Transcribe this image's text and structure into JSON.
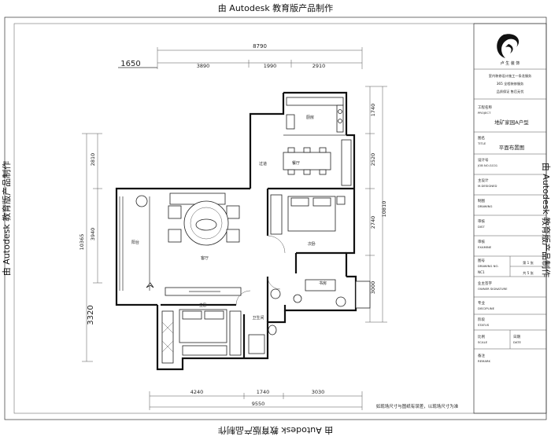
{
  "watermark": "由 Autodesk 教育版产品制作",
  "dimensions": {
    "top_total": "8790",
    "top_segments": [
      "3890",
      "1990",
      "2910"
    ],
    "top_left_offset": "1650",
    "bottom_total": "9550",
    "bottom_segments": [
      "4240",
      "1740",
      "3030"
    ],
    "left_vertical": [
      "2810",
      "3940",
      "10365"
    ],
    "left_bottom": "3320",
    "right_vertical": [
      "1740",
      "2520",
      "2740",
      "3000"
    ],
    "right_total": "10810"
  },
  "rooms": {
    "kitchen": "厨房",
    "dining": "餐厅",
    "corridor": "过道",
    "living": "客厅",
    "balcony": "阳台",
    "bedroom_master": "主卧",
    "bedroom_second": "次卧",
    "bathroom": "卫生间",
    "study": "书房"
  },
  "note": "如现场尺寸与图纸有误差，以现场尺寸为准",
  "title_block": {
    "logo_caption": "卢 生 装 饰",
    "company_lines": [
      "室内装修设计施工一条龙服务",
      "365 全程装修服务",
      "品质保证 售后无忧"
    ],
    "project_label_cn": "工程名称",
    "project_label_en": "PROJECT",
    "project_value": "地矿家园A户型",
    "title_label_cn": "图名",
    "title_label_en": "TITLE",
    "title_value": "平面布置图",
    "job_label_cn": "设计号",
    "job_label_en": "JOB NO.GC01",
    "designed_label_cn": "主设计",
    "designed_label_en": "M.DESIGNED",
    "drawing_label_cn": "制图",
    "drawing_label_en": "DRAWING",
    "check_label_cn": "审核",
    "check_label_en": "DIST",
    "exam_label_cn": "审核",
    "exam_label_en": "EXAMINE",
    "drawing_no_label_cn": "图号",
    "drawing_no_label_en": "DRAWING NO.",
    "drawing_no_value": "NC1",
    "page_label": "第 1 张",
    "total_label": "共 5 张",
    "owner_label_cn": "业主签字",
    "owner_label_en": "OWNER SIGNATURE",
    "discipline_label_cn": "专业",
    "discipline_label_en": "DISCIPLINE",
    "status_label_cn": "阶段",
    "status_label_en": "STATUS",
    "scale_label_cn": "比例",
    "scale_label_en": "SCALE",
    "date_label_cn": "日期",
    "date_label_en": "DATE",
    "remark_label_cn": "备注",
    "remark_label_en": "REMARK"
  }
}
